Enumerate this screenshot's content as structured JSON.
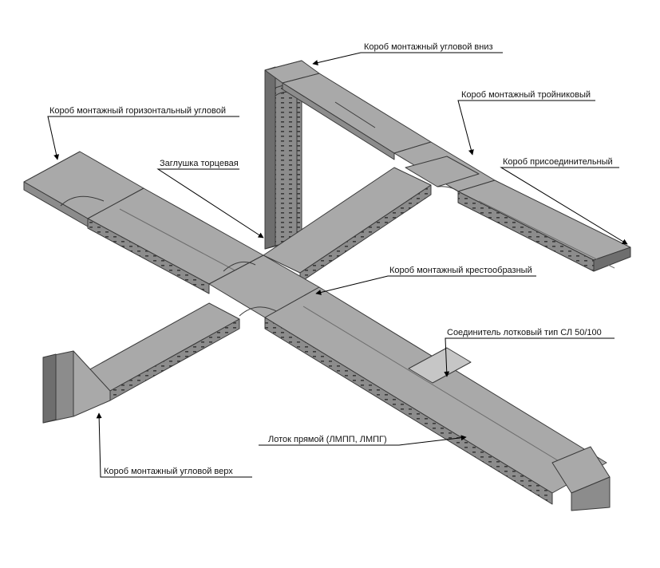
{
  "labels": {
    "corner_down": "Короб монтажный угловой вниз",
    "tee": "Короб монтажный тройниковый",
    "horizontal_corner": "Короб монтажный горизонтальный угловой",
    "end_cap": "Заглушка торцевая",
    "connector_box": "Короб присоединительный",
    "cross": "Короб монтажный крестообразный",
    "tray_connector": "Соединитель лотковый тип СЛ 50/100",
    "straight_tray": "Лоток прямой (ЛМПП, ЛМПГ)",
    "corner_up": "Короб монтажный угловой верх"
  },
  "colors": {
    "top": "#a9a9a9",
    "side": "#8c8c8c",
    "dark": "#6e6e6e",
    "edge": "#3a3a3a",
    "highlight": "#c6c6c6"
  }
}
